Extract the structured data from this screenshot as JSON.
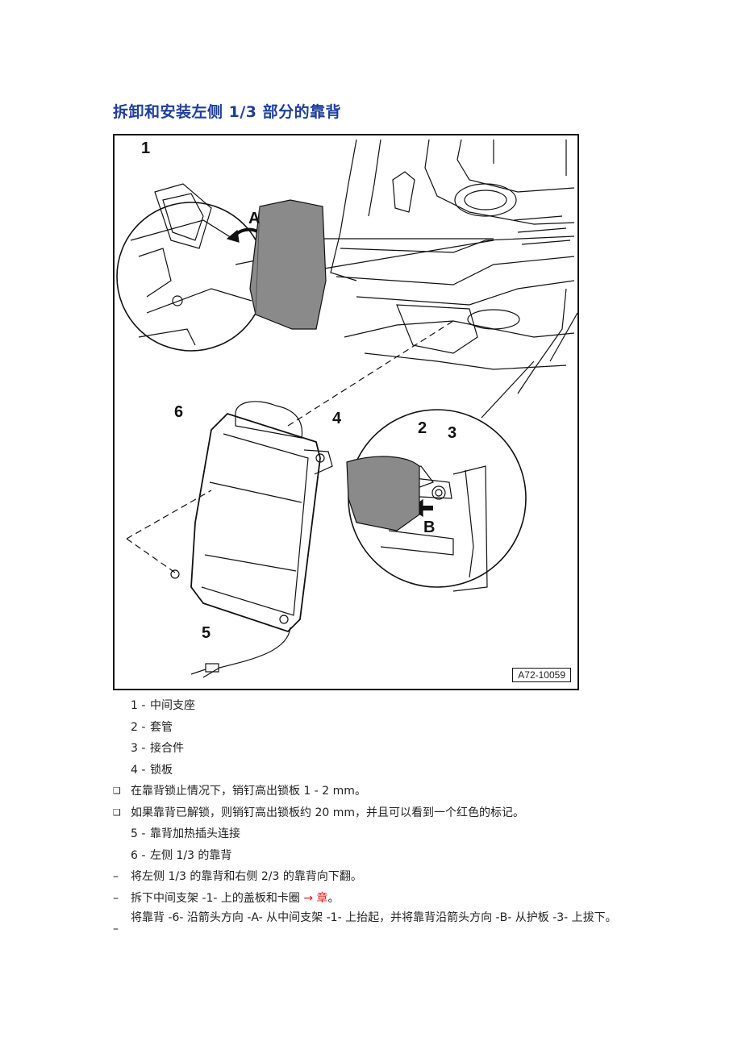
{
  "title": "拆卸和安装左侧  1/3  部分的靠背",
  "figure": {
    "code": "A72-10059",
    "callouts": [
      "1",
      "2",
      "3",
      "4",
      "5",
      "6",
      "A",
      "B"
    ]
  },
  "legend": [
    {
      "type": "item",
      "num": "1 -",
      "text": "中间支座"
    },
    {
      "type": "item",
      "num": "2 -",
      "text": "套管"
    },
    {
      "type": "item",
      "num": "3 -",
      "text": "接合件"
    },
    {
      "type": "item",
      "num": "4 -",
      "text": "锁板"
    },
    {
      "type": "bullet",
      "mark": "❑",
      "text": "在靠背锁止情况下，销钉高出锁板  1 - 2 mm。"
    },
    {
      "type": "bullet",
      "mark": "❑",
      "text": "如果靠背已解锁，则销钉高出锁板约  20 mm，并且可以看到一个红色的标记。"
    },
    {
      "type": "item",
      "num": "5 -",
      "text": "靠背加热插头连接"
    },
    {
      "type": "item",
      "num": "6 -",
      "text": "左侧  1/3  的靠背"
    }
  ],
  "steps": [
    {
      "mark": "–",
      "text": "将左侧  1/3  的靠背和右侧  2/3  的靠背向下翻。"
    },
    {
      "mark": "–",
      "text_before": "拆下中间支架  -1-  上的盖板和卡圈  ",
      "link": "→ 章",
      "text_after": "。"
    },
    {
      "mark": "–",
      "text": "将靠背  -6-  沿箭头方向  -A-  从中间支架  -1-  上抬起，并将靠背沿箭头方向  -B-  从护板  -3-  上拔下。"
    }
  ],
  "colors": {
    "title": "#1f3f9a",
    "link": "#e0201a",
    "seat_fill": "#8a8a8a"
  }
}
